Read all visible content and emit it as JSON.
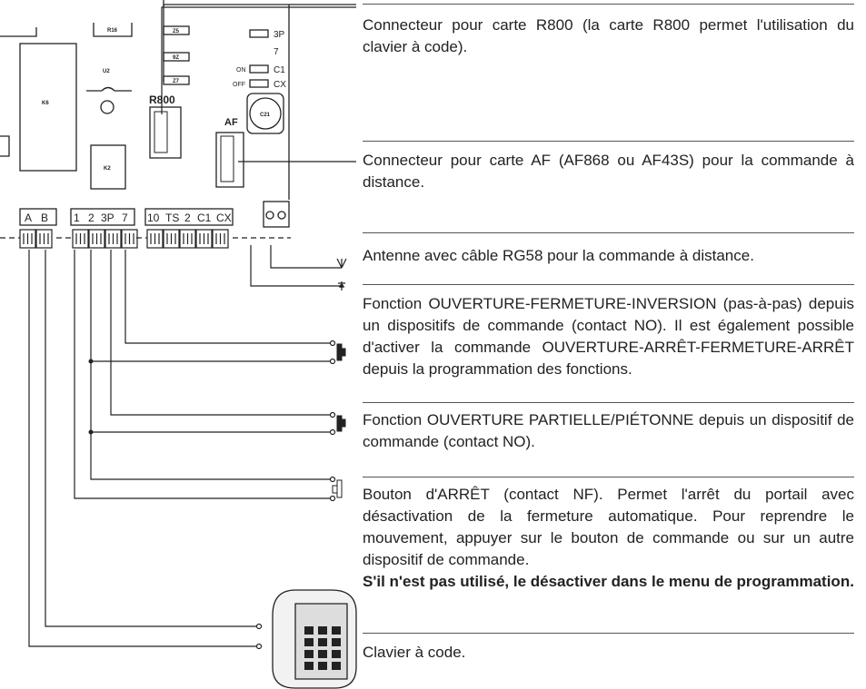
{
  "board": {
    "connector_r800": "R800",
    "connector_af": "AF",
    "jumper_labels": [
      "3P",
      "7",
      "C1",
      "CX"
    ],
    "jumper_states": [
      "ON",
      "OFF"
    ],
    "chips": [
      "R16",
      "U2",
      "K6",
      "K2",
      "C21"
    ],
    "dip_labels": [
      "Z5",
      "9Z",
      "Z7"
    ],
    "terminals_left": [
      "A",
      "B"
    ],
    "terminals_mid": [
      "1",
      "2",
      "3P",
      "7"
    ],
    "terminals_right": [
      "10",
      "TS",
      "2",
      "C1",
      "CX"
    ]
  },
  "descriptions": {
    "r800": "Connecteur pour carte R800 (la carte R800 permet l'utilisation du clavier à code).",
    "af": "Connecteur pour carte AF (AF868 ou AF43S) pour la commande à distance.",
    "antenna": "Antenne avec câble RG58 pour la commande à distance.",
    "step": "Fonction OUVERTURE-FERMETURE-INVERSION (pas-à-pas) depuis un dispositifs de commande (contact NO). Il est également possible d'activer la commande OUVERTURE-ARRÊT-FERMETURE-ARRÊT depuis la programmation des fonctions.",
    "partial": "Fonction OUVERTURE PARTIELLE/PIÉTONNE depuis un dispositif de commande (contact NO).",
    "stop": "Bouton d'ARRÊT (contact NF). Permet l'arrêt du portail avec désactivation de la fermeture automatique. Pour reprendre le mouvement, appuyer sur le bouton de commande ou sur un autre dispositif de commande.",
    "stop_bold": "S'il n'est pas utilisé, le désactiver dans le menu de programmation.",
    "keypad": "Clavier à code."
  }
}
